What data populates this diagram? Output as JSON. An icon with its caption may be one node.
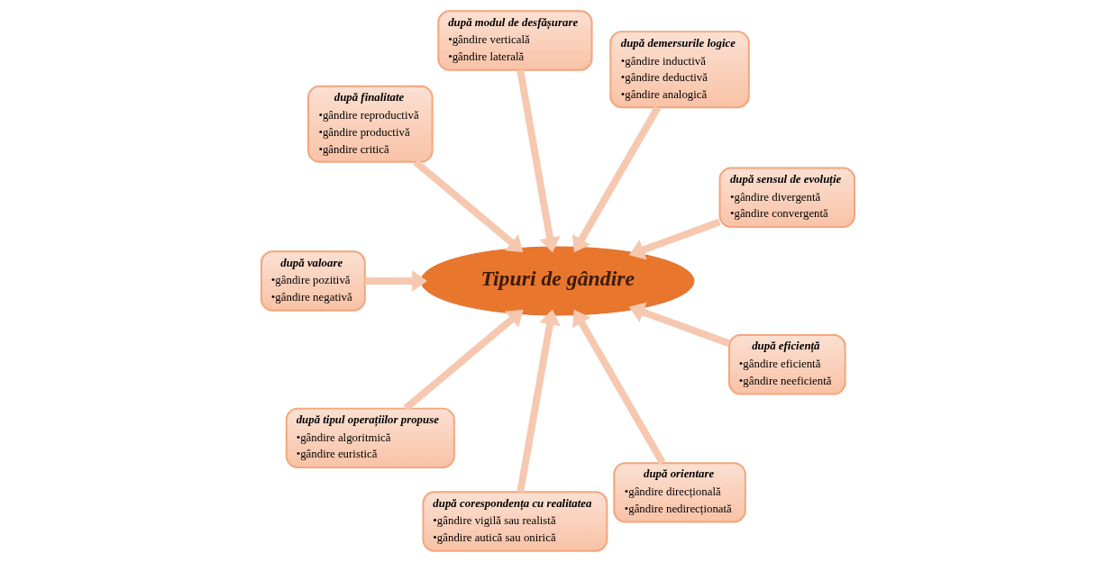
{
  "diagram": {
    "nodes": [
      {
        "text": [
          "după sensul de evoluție",
          "•gândire divergentă",
          "•gândire convergentă"
        ]
      },
      {
        "text": [
          "după demersurile logice",
          "•gândire inductivă",
          "•gândire deductivă",
          "•gândire analogică"
        ]
      },
      {
        "text": [
          "după modul de desfășurare",
          "•gândire verticală",
          "•gândire laterală"
        ]
      },
      {
        "text": [
          "după finalitate",
          "•gândire reproductivă",
          "•gândire productivă",
          "•gândire critică"
        ]
      },
      {
        "text": [
          "după valoare",
          "•gândire pozitivă",
          "•gândire negativă"
        ]
      },
      {
        "text": [
          "după tipul operațiilor propuse",
          "•gândire algoritmică",
          "•gândire euristică"
        ]
      },
      {
        "text": [
          "după corespondența cu realitatea",
          "•gândire vigilă sau realistă",
          "•gândire autică sau onirică"
        ]
      },
      {
        "text": [
          "după orientare",
          "•gândire direcțională",
          "•gândire nedirecționată"
        ]
      },
      {
        "text": [
          "Tipuri de gândire"
        ]
      },
      {
        "text": [
          "după eficiență",
          "•gândire eficientă",
          "•gândire neeficientă"
        ]
      }
    ],
    "edges": [
      {
        "from": 0,
        "to": 8,
        "arrow": "to"
      },
      {
        "from": 1,
        "to": 8,
        "arrow": "to"
      },
      {
        "from": 2,
        "to": 8,
        "arrow": "to"
      },
      {
        "from": 3,
        "to": 8,
        "arrow": "to"
      },
      {
        "from": 4,
        "to": 8,
        "arrow": "to"
      },
      {
        "from": 5,
        "to": 8,
        "arrow": "to"
      },
      {
        "from": 6,
        "to": 8,
        "arrow": "to"
      },
      {
        "from": 7,
        "to": 8,
        "arrow": "to"
      },
      {
        "from": 9,
        "to": 8,
        "arrow": "to"
      }
    ]
  }
}
